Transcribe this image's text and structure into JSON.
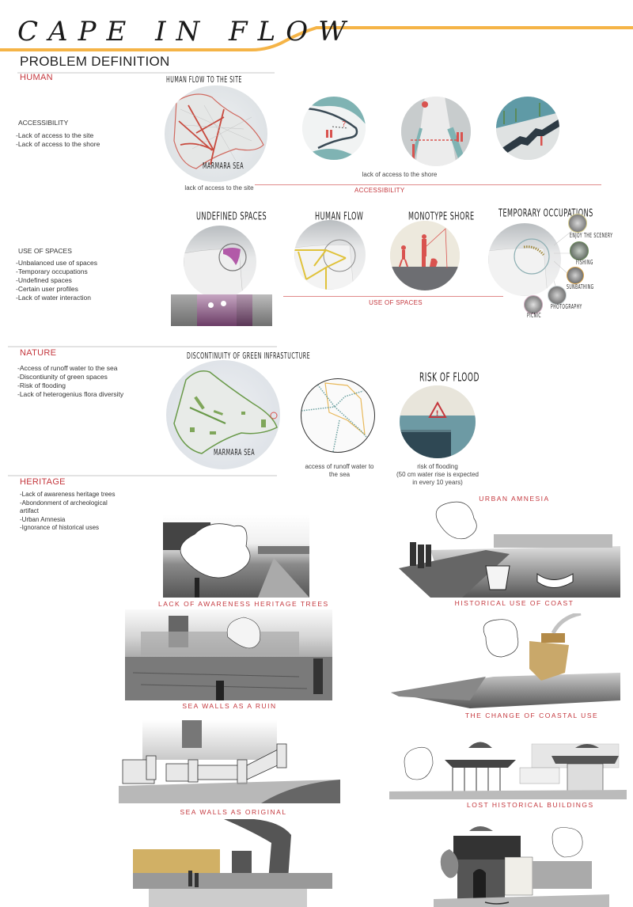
{
  "header": {
    "title": "CAPE IN FLOW",
    "subtitle": "PROBLEM DEFINITION",
    "accent_color": "#f5a623"
  },
  "colors": {
    "section_red": "#c4373d",
    "teal": "#5c8e94",
    "map_red": "#d2514a",
    "green": "#6a9a4a",
    "yellow": "#e6c640",
    "purple": "#a04a8a"
  },
  "human": {
    "section": "HUMAN",
    "accessibility": {
      "title": "ACCESSIBILITY",
      "bullets": [
        "-Lack of access to the site",
        "-Lack of access to the shore"
      ],
      "map_label": "HUMAN FLOW TO THE SITE",
      "sea_label": "MARMARA SEA",
      "caption_site": "lack of access to the site",
      "caption_shore": "lack of access to the shore",
      "band_label": "ACCESSIBILITY"
    }
  },
  "use_of_spaces": {
    "title": "USE OF SPACES",
    "bullets": [
      "-Unbalanced use of spaces",
      "-Temporary occupations",
      "-Undefined spaces",
      "-Certain user profiles",
      "-Lack of water interaction"
    ],
    "diagrams": [
      {
        "label": "UNDEFINED SPACES"
      },
      {
        "label": "HUMAN FLOW"
      },
      {
        "label": "MONOTYPE SHORE"
      },
      {
        "label": "TEMPORARY OCCUPATIONS"
      }
    ],
    "occupations": [
      "ENJOY THE SCENERY",
      "FISHING",
      "SUNBATHING",
      "PHOTOGRAPHY",
      "PICNIC"
    ],
    "band_label": "USE OF SPACES"
  },
  "nature": {
    "section": "NATURE",
    "bullets": [
      "-Access of runoff water to the sea",
      "-Discontiunity of green spaces",
      "-Risk of flooding",
      "-Lack of heterogenius flora diversity"
    ],
    "map_label": "DISCONTINUITY OF GREEN INFRASTUCTURE",
    "sea_label": "MARMARA SEA",
    "flood_label": "RISK OF FLOOD",
    "caption_runoff_1": "access of runoff water to",
    "caption_runoff_2": "the sea",
    "caption_flood_1": "risk of flooding",
    "caption_flood_2": "(50 cm water rise is expected",
    "caption_flood_3": "in every 10 years)"
  },
  "heritage": {
    "section": "HERITAGE",
    "bullets": [
      "-Lack of awareness heritage trees",
      "-Abondonment of archeological",
      "artifact",
      "-Urban Amnesia",
      "-Ignorance of historical uses"
    ],
    "urban_amnesia": "URBAN AMNESIA",
    "images": [
      {
        "caption": "LACK OF AWARENESS HERITAGE TREES"
      },
      {
        "caption": "HISTORICAL USE OF COAST"
      },
      {
        "caption": "SEA WALLS AS A RUIN"
      },
      {
        "caption": "THE CHANGE OF COASTAL USE"
      },
      {
        "caption": "SEA WALLS AS ORIGINAL"
      },
      {
        "caption": "LOST HISTORICAL BUILDINGS"
      }
    ]
  }
}
